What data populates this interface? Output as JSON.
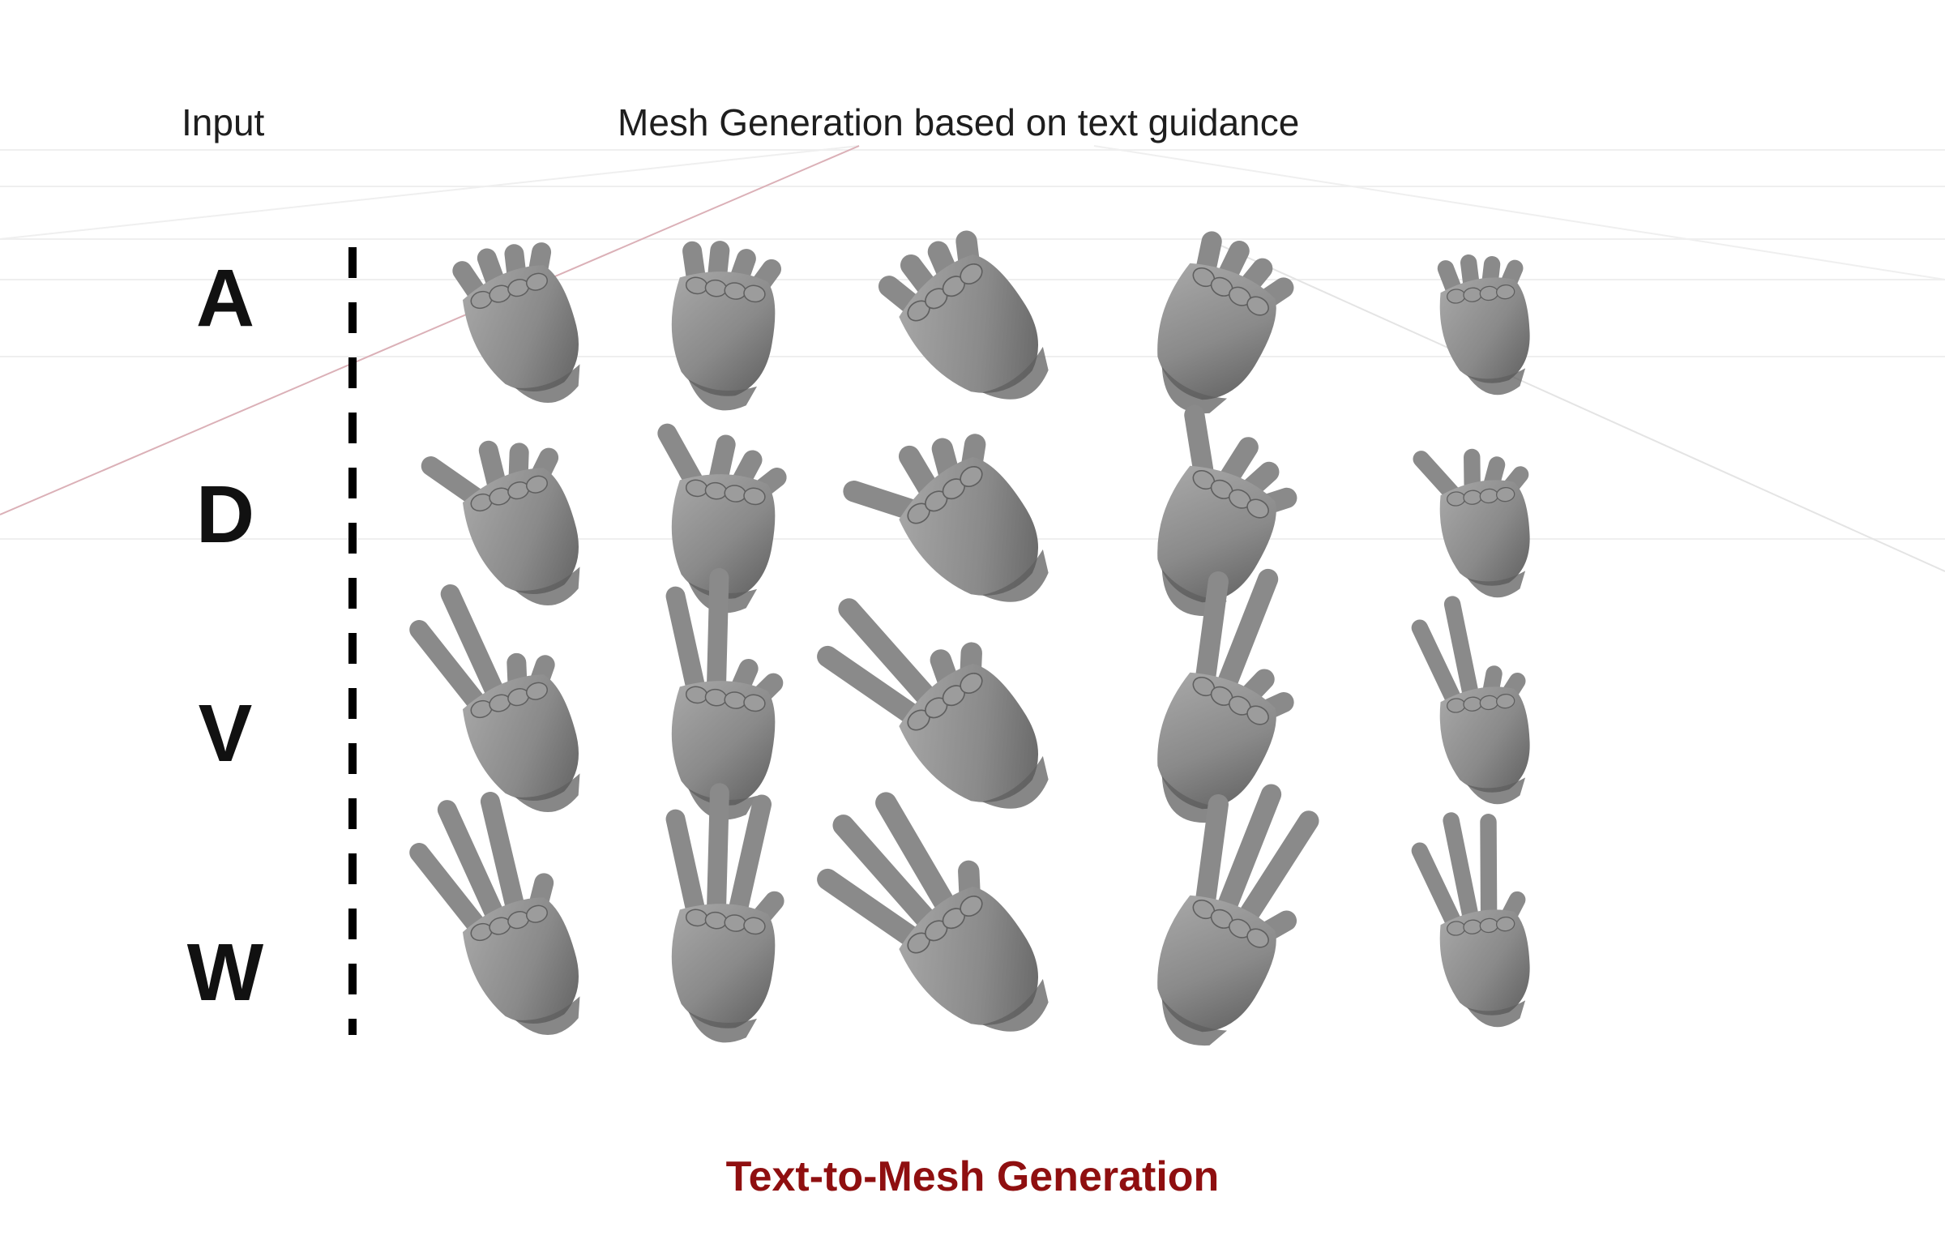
{
  "header": {
    "input_label": "Input",
    "title": "Mesh Generation based on text guidance"
  },
  "rows": [
    {
      "letter": "A"
    },
    {
      "letter": "D"
    },
    {
      "letter": "V"
    },
    {
      "letter": "W"
    }
  ],
  "footer": {
    "caption": "Text-to-Mesh Generation"
  },
  "colors": {
    "mesh": "#8a8a8a",
    "mesh_shadow": "#5f5f5f",
    "caption": "#8f0f10",
    "background_grid": "#ececec",
    "axis_line": "#d9a6ae"
  }
}
